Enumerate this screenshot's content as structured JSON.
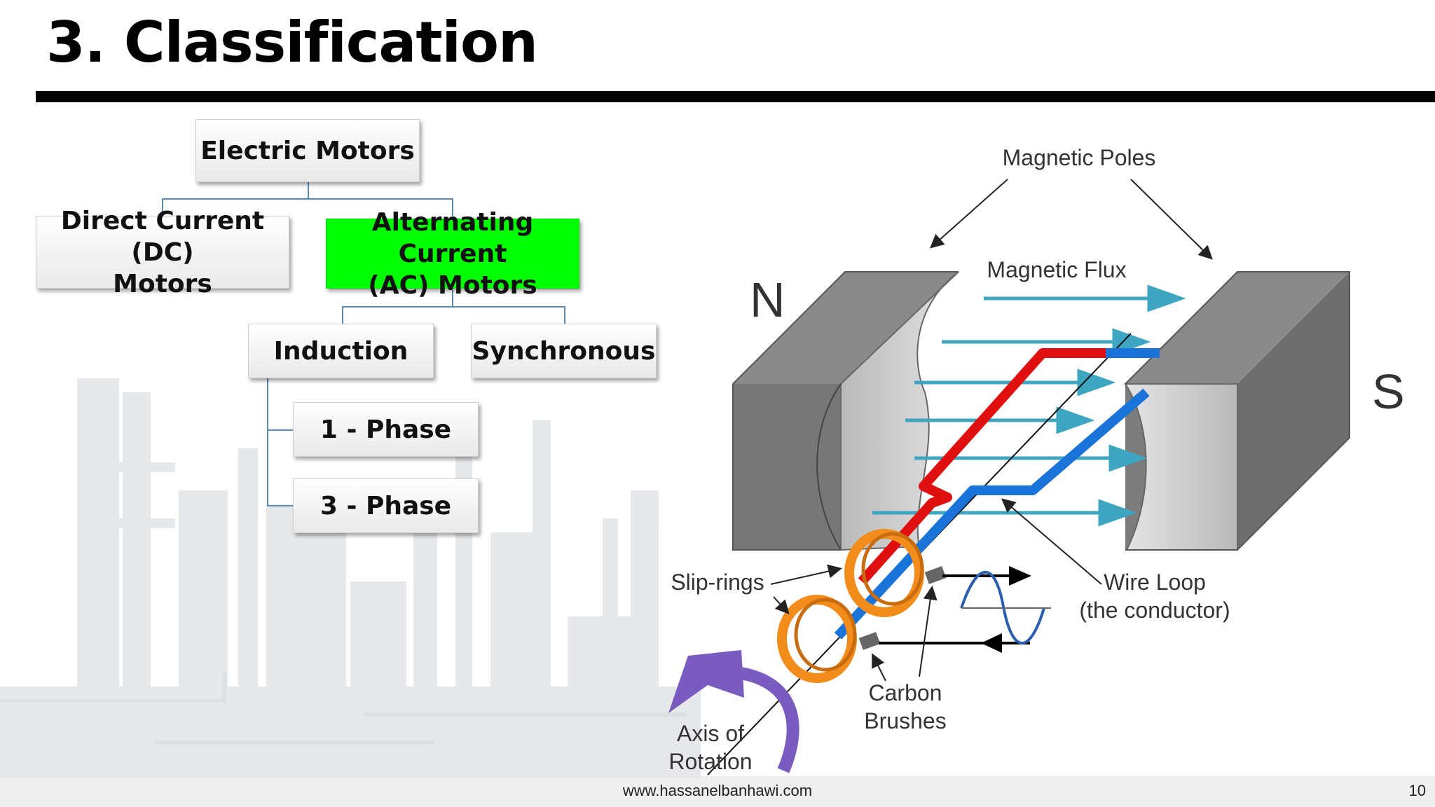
{
  "slide": {
    "title": "3. Classification",
    "footer_url": "www.hassanelbanhawi.com",
    "page_number": "10"
  },
  "tree": {
    "root": "Electric Motors",
    "dc": "Direct Current (DC)\nMotors",
    "ac": "Alternating Current\n(AC) Motors",
    "induction": "Induction",
    "synchronous": "Synchronous",
    "one_phase": "1 - Phase",
    "three_phase": "3 - Phase",
    "highlight_color": "#00ff00"
  },
  "diagram": {
    "north": "N",
    "south": "S",
    "magnetic_poles": "Magnetic Poles",
    "magnetic_flux": "Magnetic Flux",
    "slip_rings": "Slip-rings",
    "wire_loop": "Wire Loop",
    "wire_loop_sub": "(the conductor)",
    "carbon": "Carbon",
    "brushes": "Brushes",
    "axis_of": "Axis of",
    "rotation": "Rotation",
    "colors": {
      "pole": "#8c8c8c",
      "flux_arrow": "#3ea6c0",
      "wire_red": "#e01010",
      "wire_blue": "#1a73d9",
      "slip_ring": "#f28c1a",
      "rotation_arrow": "#7a5bbf"
    }
  }
}
